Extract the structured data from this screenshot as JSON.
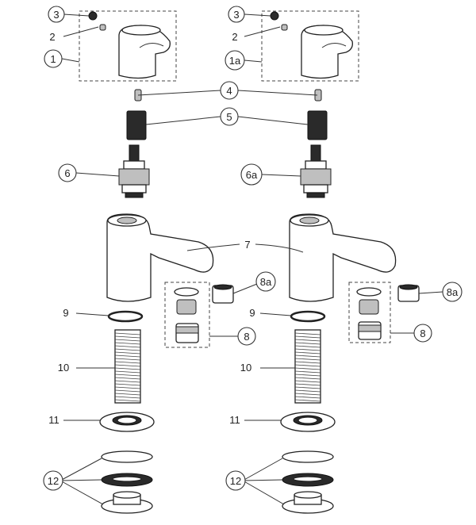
{
  "callouts": {
    "n1": "1",
    "n1a": "1a",
    "n2": "2",
    "n3": "3",
    "n4": "4",
    "n5": "5",
    "n6": "6",
    "n6a": "6a",
    "n7": "7",
    "n8": "8",
    "n8a": "8a",
    "n9": "9",
    "n10": "10",
    "n11": "11",
    "n12": "12"
  },
  "colors": {
    "line": "#222222",
    "fill": "#ffffff",
    "dark": "#2a2a2a",
    "grey": "#bfbfbf"
  }
}
